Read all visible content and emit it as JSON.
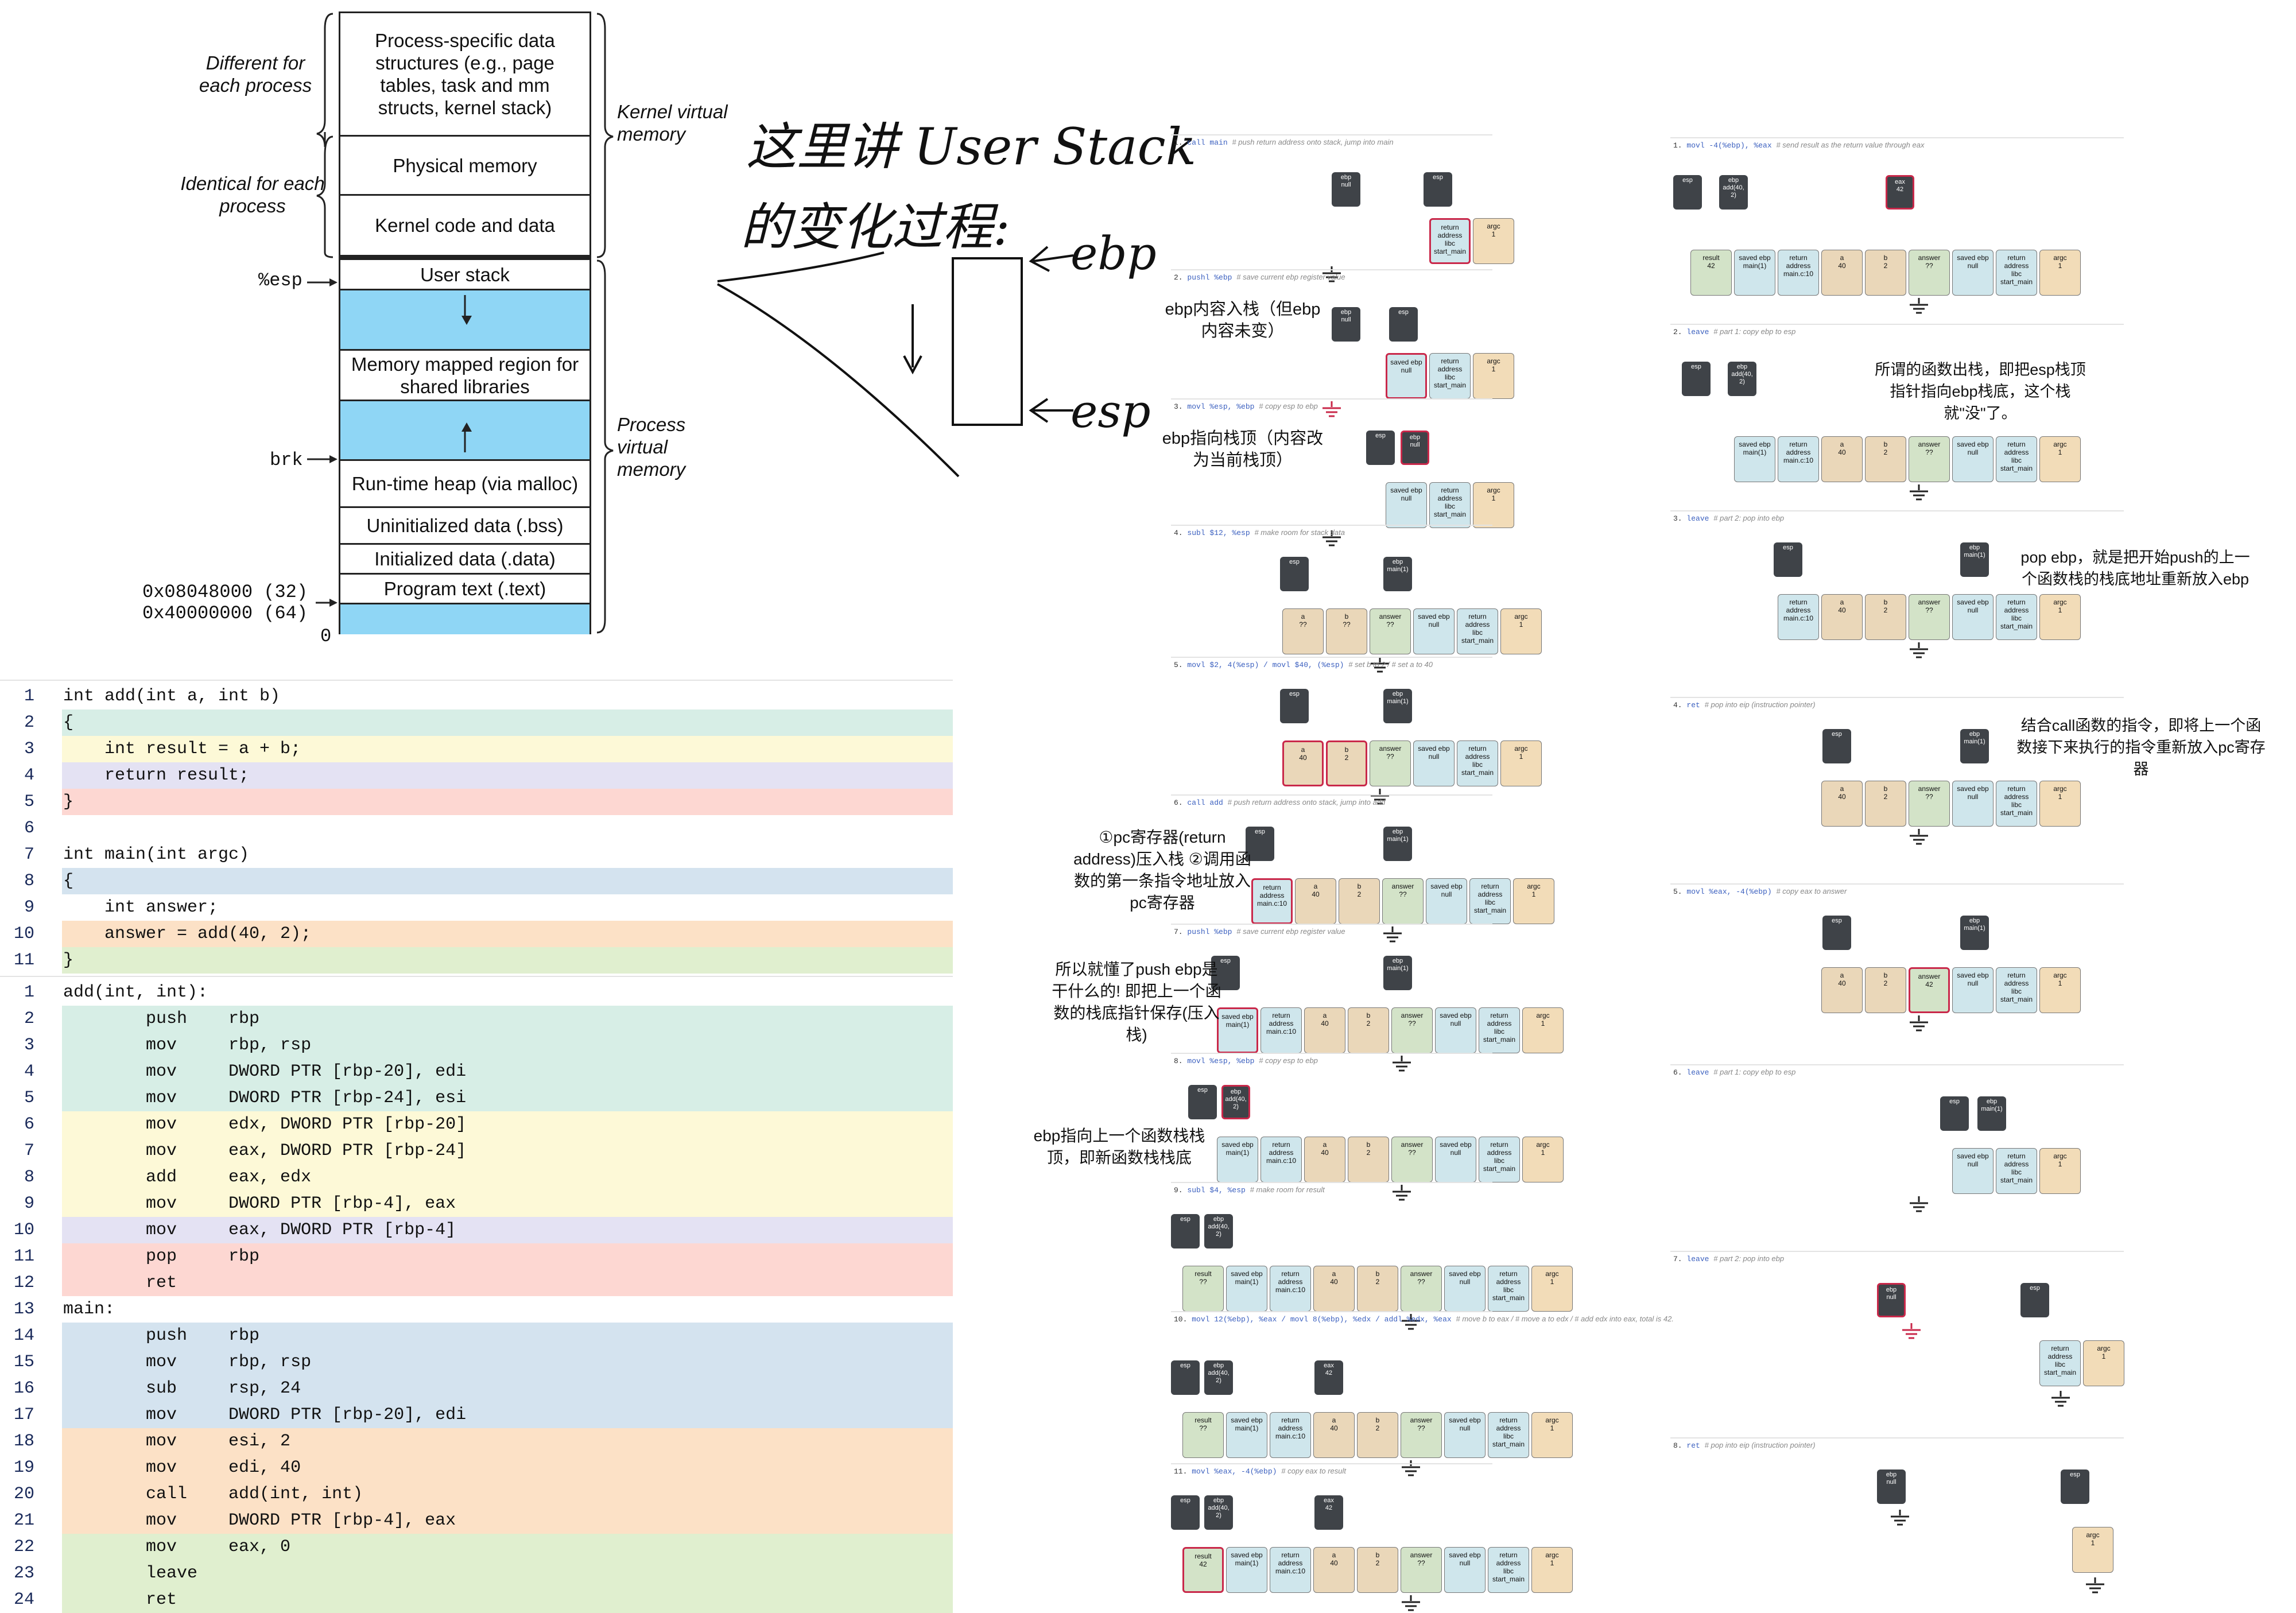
{
  "memory_layout": {
    "regions": [
      "Process-specific data structures (e.g., page tables, task and mm structs, kernel stack)",
      "Physical memory",
      "Kernel code and data",
      "User stack",
      "Memory mapped region for shared libraries",
      "Run-time heap (via malloc)",
      "Uninitialized data (.bss)",
      "Initialized data (.data)",
      "Program text (.text)"
    ],
    "left_labels": [
      "Different for each process",
      "Identical for each process"
    ],
    "right_labels": [
      "Kernel virtual memory",
      "Process virtual memory"
    ],
    "pointers": [
      "%esp",
      "brk",
      "0x08048000 (32)",
      "0x40000000 (64)",
      "0"
    ]
  },
  "handwriting": {
    "line1": "这里讲 User Stack",
    "line2": "的变化过程:",
    "ebp": "ebp",
    "esp": "esp"
  },
  "c_source": [
    {
      "n": "1",
      "t": "int add(int a, int b)"
    },
    {
      "n": "2",
      "t": "{"
    },
    {
      "n": "3",
      "t": "    int result = a + b;"
    },
    {
      "n": "4",
      "t": "    return result;"
    },
    {
      "n": "5",
      "t": "}"
    },
    {
      "n": "6",
      "t": ""
    },
    {
      "n": "7",
      "t": "int main(int argc)"
    },
    {
      "n": "8",
      "t": "{"
    },
    {
      "n": "9",
      "t": "    int answer;"
    },
    {
      "n": "10",
      "t": "    answer = add(40, 2);"
    },
    {
      "n": "11",
      "t": "}"
    }
  ],
  "asm_source": [
    {
      "n": "1",
      "t": "add(int, int):"
    },
    {
      "n": "2",
      "t": "        push    rbp"
    },
    {
      "n": "3",
      "t": "        mov     rbp, rsp"
    },
    {
      "n": "4",
      "t": "        mov     DWORD PTR [rbp-20], edi"
    },
    {
      "n": "5",
      "t": "        mov     DWORD PTR [rbp-24], esi"
    },
    {
      "n": "6",
      "t": "        mov     edx, DWORD PTR [rbp-20]"
    },
    {
      "n": "7",
      "t": "        mov     eax, DWORD PTR [rbp-24]"
    },
    {
      "n": "8",
      "t": "        add     eax, edx"
    },
    {
      "n": "9",
      "t": "        mov     DWORD PTR [rbp-4], eax"
    },
    {
      "n": "10",
      "t": "        mov     eax, DWORD PTR [rbp-4]"
    },
    {
      "n": "11",
      "t": "        pop     rbp"
    },
    {
      "n": "12",
      "t": "        ret"
    },
    {
      "n": "13",
      "t": "main:"
    },
    {
      "n": "14",
      "t": "        push    rbp"
    },
    {
      "n": "15",
      "t": "        mov     rbp, rsp"
    },
    {
      "n": "16",
      "t": "        sub     rsp, 24"
    },
    {
      "n": "17",
      "t": "        mov     DWORD PTR [rbp-20], edi"
    },
    {
      "n": "18",
      "t": "        mov     esi, 2"
    },
    {
      "n": "19",
      "t": "        mov     edi, 40"
    },
    {
      "n": "20",
      "t": "        call    add(int, int)"
    },
    {
      "n": "21",
      "t": "        mov     DWORD PTR [rbp-4], eax"
    },
    {
      "n": "22",
      "t": "        mov     eax, 0"
    },
    {
      "n": "23",
      "t": "        leave"
    },
    {
      "n": "24",
      "t": "        ret"
    }
  ],
  "steps_left": [
    {
      "n": "1.",
      "code": "call main",
      "comment": "# push return address onto stack, jump into main"
    },
    {
      "n": "2.",
      "code": "pushl %ebp",
      "comment": "# save current ebp register value"
    },
    {
      "n": "3.",
      "code": "movl %esp, %ebp",
      "comment": "# copy esp to ebp"
    },
    {
      "n": "4.",
      "code": "subl $12, %esp",
      "comment": "# make room for stack data"
    },
    {
      "n": "5.",
      "code": "movl $2, 4(%esp) / movl $40, (%esp)",
      "comment": "# set b to 2 / # set a to 40"
    },
    {
      "n": "6.",
      "code": "call add",
      "comment": "# push return address onto stack, jump into add"
    },
    {
      "n": "7.",
      "code": "pushl %ebp",
      "comment": "# save current ebp register value"
    },
    {
      "n": "8.",
      "code": "movl %esp, %ebp",
      "comment": "# copy esp to ebp"
    },
    {
      "n": "9.",
      "code": "subl $4, %esp",
      "comment": "# make room for result"
    },
    {
      "n": "10.",
      "code": "movl 12(%ebp), %eax / movl 8(%ebp), %edx / addl %edx, %eax",
      "comment": "# move b to eax / # move a to edx / # add edx into eax, total is 42."
    },
    {
      "n": "11.",
      "code": "movl %eax, -4(%ebp)",
      "comment": "# copy eax to result"
    }
  ],
  "steps_right": [
    {
      "n": "1.",
      "code": "movl -4(%ebp), %eax",
      "comment": "# send result as the return value through eax"
    },
    {
      "n": "2.",
      "code": "leave",
      "comment": "# part 1: copy ebp to esp"
    },
    {
      "n": "3.",
      "code": "leave",
      "comment": "# part 2: pop into ebp"
    },
    {
      "n": "4.",
      "code": "ret",
      "comment": "# pop into eip (instruction pointer)"
    },
    {
      "n": "5.",
      "code": "movl %eax, -4(%ebp)",
      "comment": "# copy eax to answer"
    },
    {
      "n": "6.",
      "code": "leave",
      "comment": "# part 1: copy ebp to esp"
    },
    {
      "n": "7.",
      "code": "leave",
      "comment": "# part 2: pop into ebp"
    },
    {
      "n": "8.",
      "code": "ret",
      "comment": "# pop into eip (instruction pointer)"
    }
  ],
  "notes": {
    "n1": "ebp内容入栈（但ebp内容未变）",
    "n2": "ebp指向栈顶（内容改为当前栈顶）",
    "n3": "①pc寄存器(return address)压入栈 ②调用函数的第一条指令地址放入pc寄存器",
    "n4": "所以就懂了push ebp是干什么的! 即把上一个函数的栈底指针保存(压入栈)",
    "n5": "ebp指向上一个函数栈栈顶，即新函数栈栈底",
    "r1": "所谓的函数出栈，即把esp栈顶指针指向ebp栈底，这个栈就\"没\"了。",
    "r2": "pop ebp，就是把开始push的上一个函数栈的栈底地址重新放入ebp",
    "r3": "结合call函数的指令，即将上一个函数接下来执行的指令重新放入pc寄存器"
  },
  "cells": {
    "result": "result",
    "saved_ebp": "saved ebp",
    "return_address": "return address",
    "a": "a",
    "b": "b",
    "answer": "answer",
    "argc": "argc",
    "esp": "esp",
    "ebp": "ebp",
    "eax": "eax",
    "null": "null",
    "main1": "main(1)",
    "add402": "add(40, 2)",
    "libc": "libc",
    "start_main": "start_main",
    "main_c10": "main.c:10",
    "v42": "42",
    "v40": "40",
    "v2": "2",
    "v1": "1",
    "qq": "??"
  }
}
